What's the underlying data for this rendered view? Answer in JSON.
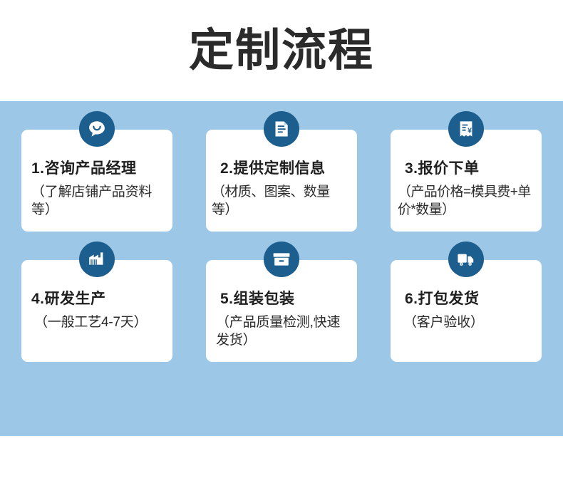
{
  "header": {
    "title": "定制流程"
  },
  "theme": {
    "panel_background": "#9cc7e6",
    "card_background": "#ffffff",
    "icon_circle": "#1c5f8e",
    "title_color": "#2b2b2b",
    "page_background": "#ffffff"
  },
  "steps": [
    {
      "number": "1",
      "icon": "chat-bubble-smile-icon",
      "title": "1.咨询产品经理",
      "desc": "（了解店铺产品资料等）"
    },
    {
      "number": "2",
      "icon": "document-lines-icon",
      "title": "2.提供定制信息",
      "desc": "（材质、图案、数量等）"
    },
    {
      "number": "3",
      "icon": "invoice-yuan-icon",
      "title": "3.报价下单",
      "desc": "（产品价格=模具费+单价*数量）"
    },
    {
      "number": "4",
      "icon": "factory-icon",
      "title": "4.研发生产",
      "desc": "（一般工艺4-7天）"
    },
    {
      "number": "5",
      "icon": "archive-box-icon",
      "title": "5.组装包装",
      "desc": "（产品质量检测,快速发货）"
    },
    {
      "number": "6",
      "icon": "delivery-truck-icon",
      "title": "6.打包发货",
      "desc": "（客户验收）"
    }
  ]
}
